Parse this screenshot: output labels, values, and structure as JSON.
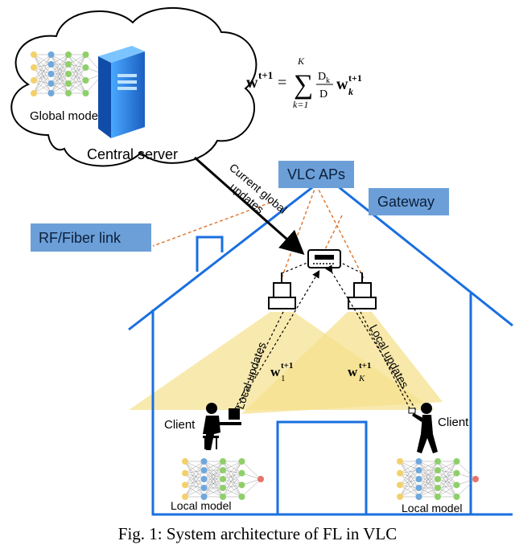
{
  "cloud": {
    "global_model_label": "Global model",
    "server_label": "Central server"
  },
  "equation": {
    "lhs": "w",
    "lhs_sup": "t+1",
    "equals": "=",
    "sum_upper": "K",
    "sum_lower": "k=1",
    "frac_num": "D",
    "frac_num_sub": "k",
    "frac_den": "D",
    "rhs": "w",
    "rhs_sub": "k",
    "rhs_sup": "t+1"
  },
  "tags": {
    "vlc_aps": "VLC APs",
    "gateway": "Gateway",
    "rf_link": "RF/Fiber link"
  },
  "arrow_label": {
    "line1": "Current global",
    "line2": "updates"
  },
  "local_updates_label": "Local updates",
  "weights": {
    "left": {
      "base": "w",
      "sub": "1",
      "sup": "t+1"
    },
    "right": {
      "base": "w",
      "sub": "K",
      "sup": "t+1"
    }
  },
  "clients": {
    "left_label": "Client",
    "right_label": "Client",
    "left_model_label": "Local model",
    "right_model_label": "Local model"
  },
  "caption": "Fig. 1: System architecture of FL in VLC",
  "colors": {
    "house": "#1a6fe0",
    "tag_fill": "#6c9fd8",
    "light_cone": "#f7e6a0",
    "orange_dash": "#e07b39",
    "nn_green": "#8fcf6a",
    "nn_blue": "#6fa8dc",
    "nn_yellow": "#f2d16b",
    "nn_red": "#e8736b",
    "server_blue": "#2a7fe0"
  },
  "icons": [
    "cloud-icon",
    "server-icon",
    "neural-network-icon",
    "router-icon",
    "lamp-icon",
    "person-at-desk-icon",
    "person-with-phone-icon"
  ]
}
